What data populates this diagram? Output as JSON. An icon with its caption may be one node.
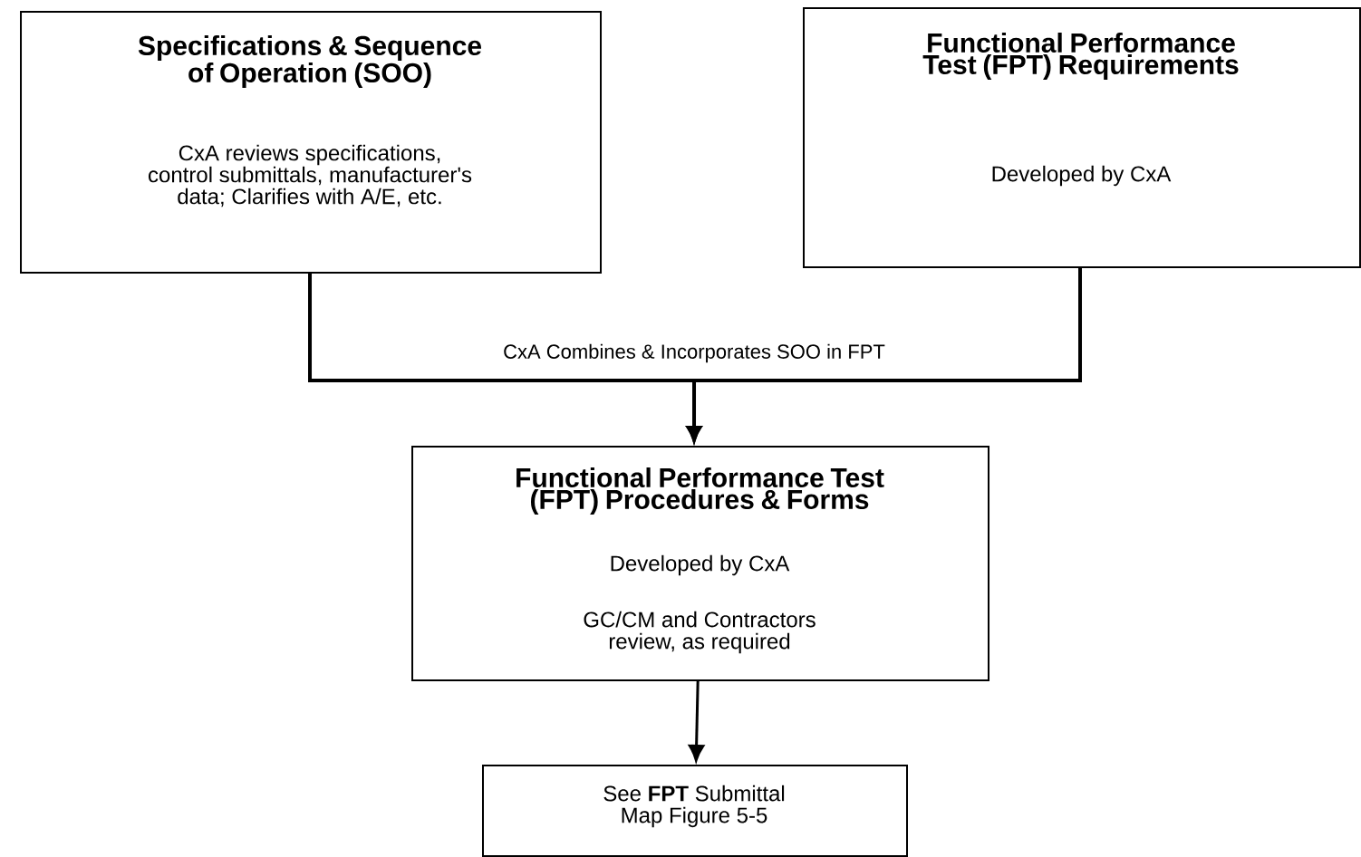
{
  "diagram": {
    "nodes": [
      {
        "text": [
          "Specifications & Sequence of Operation (SOO)",
          "CxA reviews specifications, control submittals, manufacturer's data; Clarifies with A/E, etc."
        ]
      },
      {
        "text": [
          "Functional Performance Test (FPT) Requirements",
          "Developed by CxA"
        ]
      },
      {
        "text": [
          "Functional Performance Test (FPT) Procedures & Forms",
          "Developed by CxA",
          "GC/CM and Contractors review, as required"
        ]
      },
      {
        "text": [
          "See **FPT** Submittal Map Figure 5-5"
        ]
      }
    ],
    "edges": [
      {
        "from": 0,
        "to": 2,
        "arrow": "to",
        "label": "CxA Combines & Incorporates SOO in FPT"
      },
      {
        "from": 1,
        "to": 2,
        "arrow": "to"
      },
      {
        "from": 2,
        "to": 3,
        "arrow": "to"
      }
    ]
  }
}
